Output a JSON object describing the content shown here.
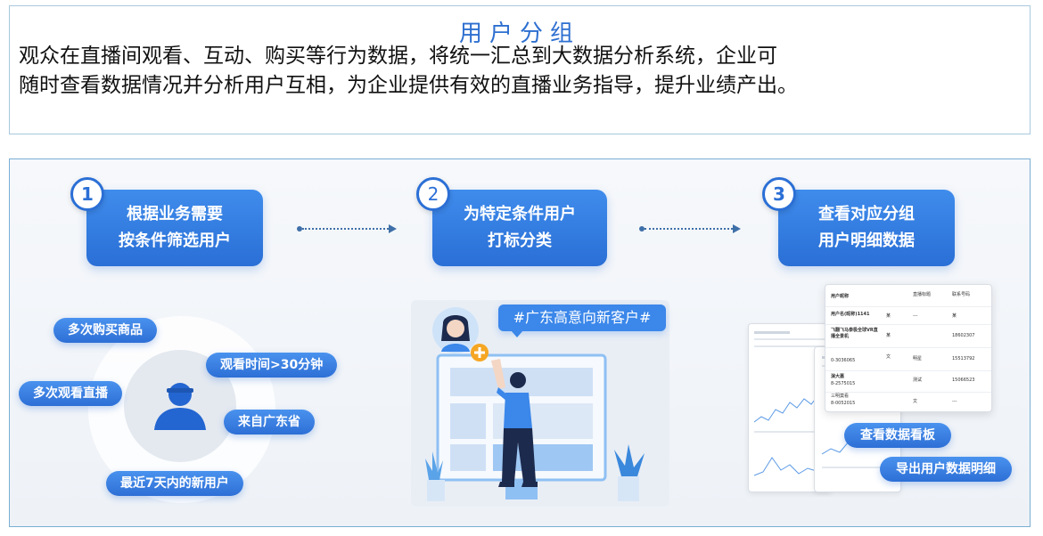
{
  "header": {
    "title": "用户分组",
    "description_line1": "观众在直播间观看、互动、购买等行为数据，将统一汇总到大数据分析系统，企业可",
    "description_line2": "随时查看数据情况并分析用户互相，为企业提供有效的直播业务指导，提升业绩产出。"
  },
  "steps": [
    {
      "number": "1",
      "line1": "根据业务需要",
      "line2": "按条件筛选用户"
    },
    {
      "number": "2",
      "line1": "为特定条件用户",
      "line2": "打标分类"
    },
    {
      "number": "3",
      "line1": "查看对应分组",
      "line2": "用户明细数据"
    }
  ],
  "filter_tags": [
    "多次购买商品",
    "观看时间>30分钟",
    "多次观看直播",
    "来自广东省",
    "最近7天内的新用户"
  ],
  "label_tag": "#广东高意向新客户#",
  "actions": {
    "view_dashboard": "查看数据看板",
    "export_details": "导出用户数据明细"
  },
  "table_preview": {
    "headers": [
      "用户昵称",
      "直播标题",
      "联系号码"
    ],
    "rows": [
      [
        "用户名(昵称)1141",
        "某",
        "---",
        "某"
      ],
      [
        "飞翻飞马泰极全球VR直播全景机",
        "某",
        "",
        "18602307"
      ],
      [
        "0-3036065",
        "文",
        "明星",
        "15513792"
      ],
      [
        "演大嘉",
        "8-2575015",
        "测试",
        "15066523"
      ],
      [
        "三明莫看",
        "8-0052015",
        "文",
        "---"
      ]
    ]
  },
  "colors": {
    "primary_blue": "#2d6fd6",
    "title_blue": "#2d6fd0",
    "border_blue": "#7aaed4",
    "figure_navy": "#1c2a4d"
  },
  "icons": [
    "user-silhouette-icon",
    "avatar-icon",
    "plus-icon",
    "plant-icon",
    "woman-figure-icon"
  ]
}
